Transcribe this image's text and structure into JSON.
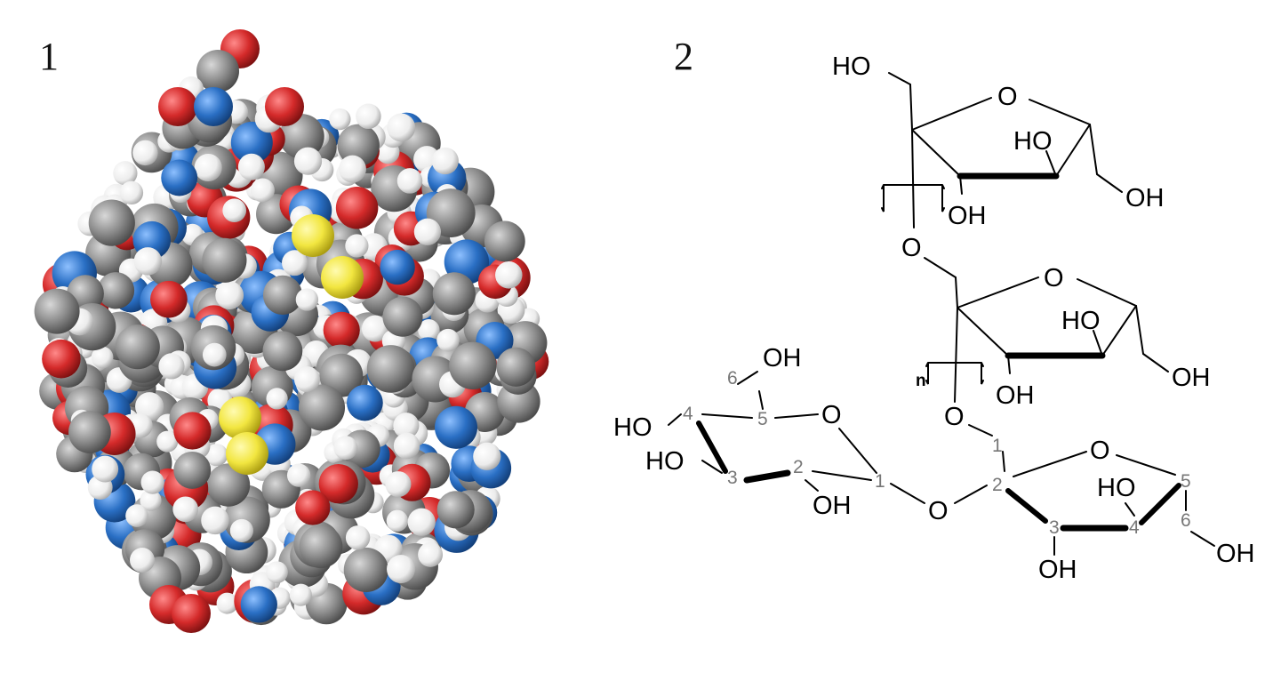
{
  "panels": {
    "left_label": "1",
    "right_label": "2"
  },
  "colors": {
    "oxygen": "#d42a2a",
    "nitrogen": "#2a6fc4",
    "carbon": "#8c8c8c",
    "hydrogen": "#f0f0f0",
    "sulfur": "#f2e640"
  },
  "structure": {
    "top_ring": {
      "ring_o": "O",
      "ch2oh": "HO",
      "oh_ring": "HO",
      "oh_bottom": "OH",
      "oh_right": "OH"
    },
    "link_o_1": "O",
    "mid_ring": {
      "ring_o": "O",
      "oh_ring": "HO",
      "oh_bottom": "OH",
      "oh_right": "OH",
      "repeat": "n"
    },
    "link_o_2": "O",
    "glucose": {
      "ring_o": "O",
      "c6_oh": "OH",
      "c4_oh": "HO",
      "c3_oh": "HO",
      "c2_oh": "OH",
      "numbers": [
        "6",
        "5",
        "4",
        "3",
        "2",
        "1"
      ]
    },
    "glycosidic_o": "O",
    "fructose": {
      "ring_o": "O",
      "c4_oh": "HO",
      "c3_oh": "OH",
      "c6_oh": "OH",
      "numbers": [
        "1",
        "2",
        "3",
        "4",
        "5",
        "6"
      ]
    }
  }
}
